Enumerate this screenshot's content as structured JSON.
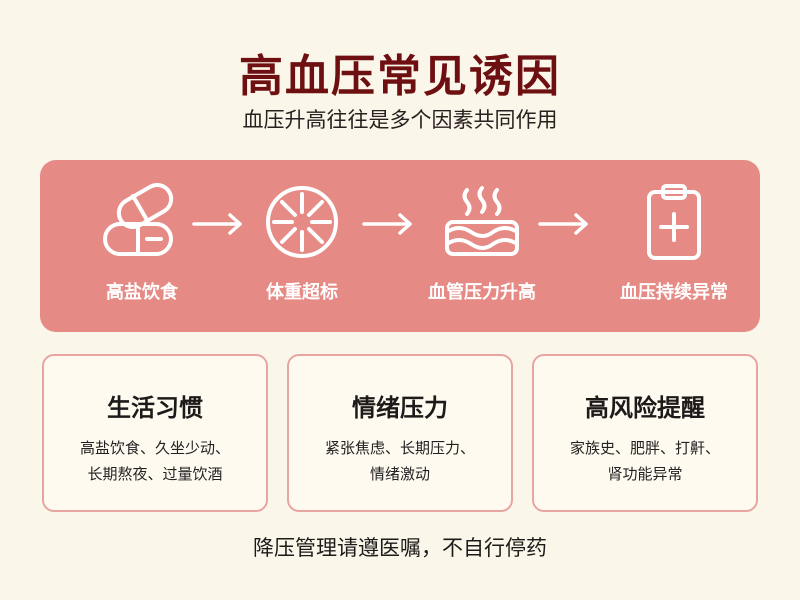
{
  "title": "高血压常见诱因",
  "subtitle": "血压升高往往是多个因素共同作用",
  "flow": [
    {
      "label": "高盐饮食",
      "icon": "pill-icon"
    },
    {
      "label": "体重超标",
      "icon": "wheel-icon"
    },
    {
      "label": "血管压力升高",
      "icon": "steaming-vessel-icon"
    },
    {
      "label": "血压持续异常",
      "icon": "medical-clipboard-icon"
    }
  ],
  "cards": [
    {
      "title": "生活习惯",
      "lines": [
        "高盐饮食、久坐少动、",
        "长期熬夜、过量饮酒"
      ]
    },
    {
      "title": "情绪压力",
      "lines": [
        "紧张焦虑、长期压力、",
        "情绪激动"
      ]
    },
    {
      "title": "高风险提醒",
      "lines": [
        "家族史、肥胖、打鼾、",
        "肾功能异常"
      ]
    }
  ],
  "footer": "降压管理请遵医嘱，不自行停药",
  "colors": {
    "panel": "#e68a85",
    "title": "#6e0f12",
    "card_border": "#e7a4a0",
    "background": "#fbf6ea"
  }
}
